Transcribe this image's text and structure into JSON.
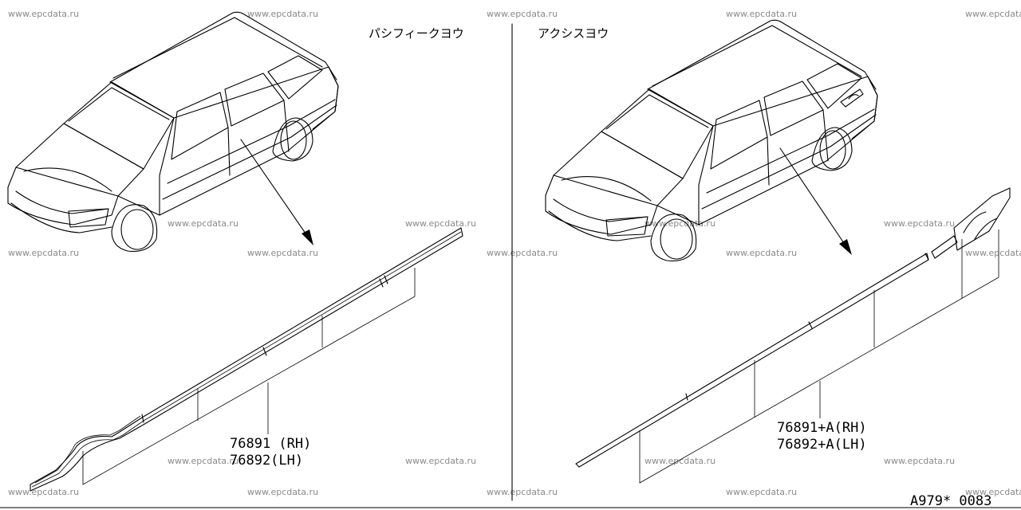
{
  "watermark": "www.epcdata.ru",
  "left_panel": {
    "title": "パシフィークヨウ",
    "part_rh": "76891 (RH)",
    "part_lh": "76892(LH)"
  },
  "right_panel": {
    "title": "アクシスヨウ",
    "part_rh": "76891+A(RH)",
    "part_lh": "76892+A(LH)"
  },
  "diagram_code": "A979* 0083"
}
